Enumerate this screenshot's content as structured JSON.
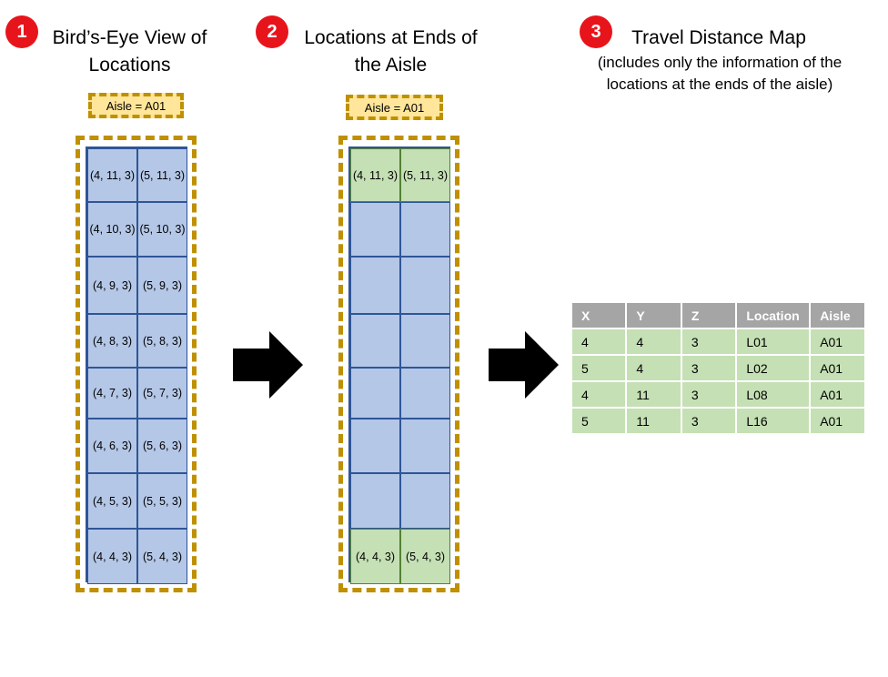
{
  "steps": [
    {
      "number": "1",
      "title_line1": "Bird’s-Eye View of",
      "title_line2": "Locations"
    },
    {
      "number": "2",
      "title_line1": "Locations at Ends of",
      "title_line2": "the Aisle"
    },
    {
      "number": "3",
      "title_line1": "Travel Distance Map",
      "subtitle_line1": "(includes only the information of the",
      "subtitle_line2": "locations at the ends of the aisle)"
    }
  ],
  "aisle_label": "Aisle = A01",
  "panel1_cells": [
    [
      "(4, 11, 3)",
      "(5, 11, 3)"
    ],
    [
      "(4, 10, 3)",
      "(5, 10, 3)"
    ],
    [
      "(4, 9, 3)",
      "(5, 9, 3)"
    ],
    [
      "(4, 8, 3)",
      "(5, 8, 3)"
    ],
    [
      "(4, 7, 3)",
      "(5, 7, 3)"
    ],
    [
      "(4, 6, 3)",
      "(5, 6, 3)"
    ],
    [
      "(4, 5, 3)",
      "(5, 5, 3)"
    ],
    [
      "(4, 4, 3)",
      "(5, 4, 3)"
    ]
  ],
  "panel2_cells": [
    [
      "(4, 11, 3)",
      "(5, 11, 3)"
    ],
    [
      "",
      ""
    ],
    [
      "",
      ""
    ],
    [
      "",
      ""
    ],
    [
      "",
      ""
    ],
    [
      "",
      ""
    ],
    [
      "",
      ""
    ],
    [
      "(4, 4, 3)",
      "(5, 4, 3)"
    ]
  ],
  "table": {
    "headers": [
      "X",
      "Y",
      "Z",
      "Location",
      "Aisle"
    ],
    "rows": [
      [
        "4",
        "4",
        "3",
        "L01",
        "A01"
      ],
      [
        "5",
        "4",
        "3",
        "L02",
        "A01"
      ],
      [
        "4",
        "11",
        "3",
        "L08",
        "A01"
      ],
      [
        "5",
        "11",
        "3",
        "L16",
        "A01"
      ]
    ]
  },
  "colors": {
    "badge": "#e8141b",
    "aisle_border": "#bf9000",
    "aisle_tag_fill": "#ffe69a",
    "cell_blue": "#b4c7e7",
    "cell_green": "#c5e0b4",
    "grid_border": "#2f5597",
    "table_header": "#a5a5a5"
  }
}
